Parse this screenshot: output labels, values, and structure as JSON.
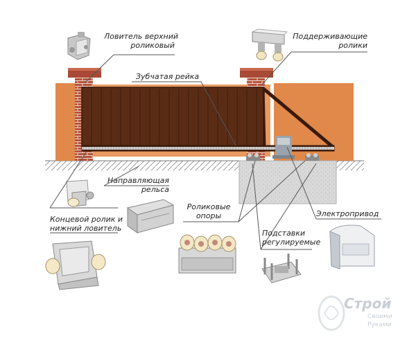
{
  "labels": {
    "upper_catcher": [
      "Ловитель верхний",
      "роликовый"
    ],
    "support_rollers": [
      "Поддерживающие",
      "ролики"
    ],
    "gear_rack": "Зубчатая рейка",
    "guide_rail": [
      "Направляющая",
      "рельса"
    ],
    "end_roller": [
      "Концевой ролик и",
      "нижний ловитель"
    ],
    "roller_supports": [
      "Роликовые",
      "опоры"
    ],
    "electric_drive": "Электропривод",
    "adjustable_stands": [
      "Подставки",
      "регулируемые"
    ]
  },
  "watermark": {
    "line1": "Строй",
    "line2": "Своими",
    "line3": "Руками"
  },
  "colors": {
    "gate_brown": "#5a2c16",
    "wall_orange": "#e0894b",
    "brick_red": "#b5533b",
    "foundation_gray": "#d9d9d9",
    "label_text": "#222222"
  }
}
